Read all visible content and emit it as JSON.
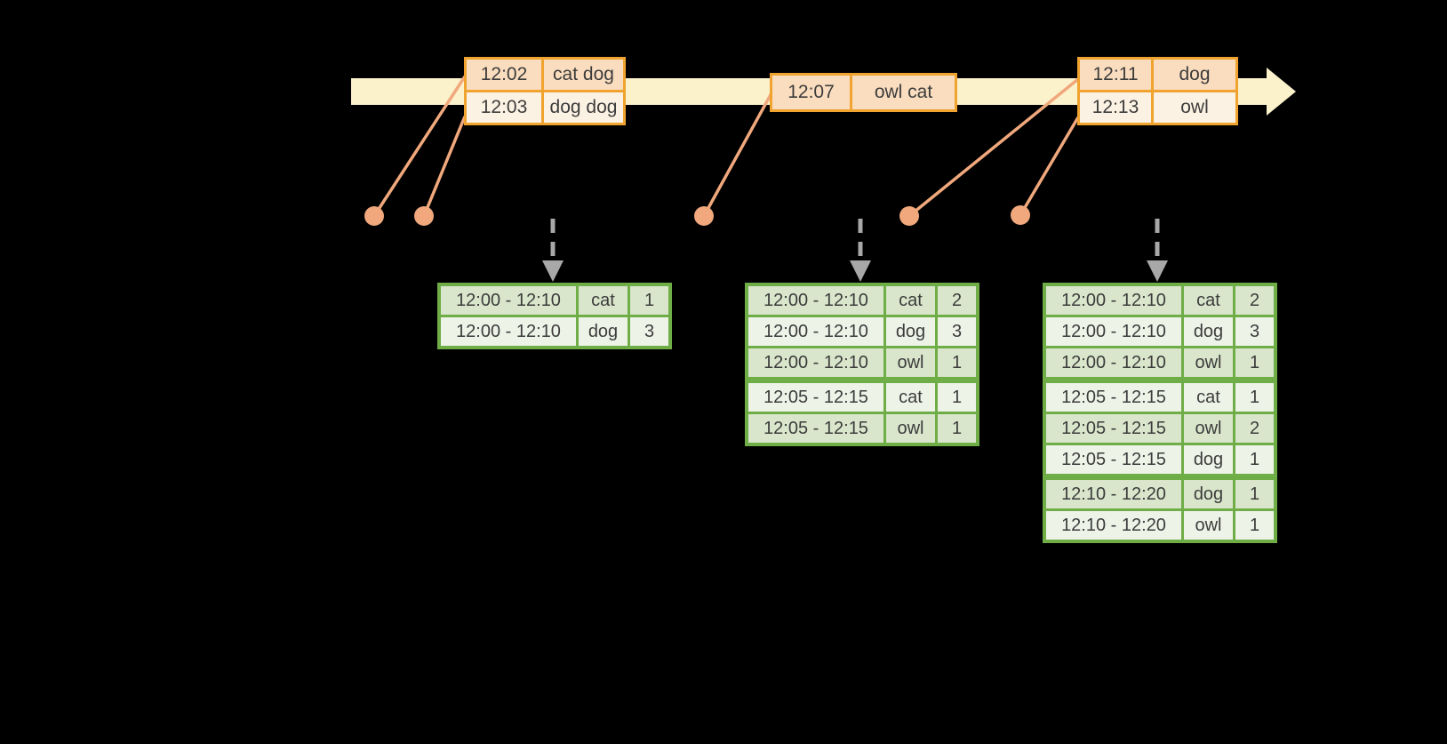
{
  "colors": {
    "background": "#000000",
    "timeline_band": "#FBF2CC",
    "event_table_border": "#F0A32E",
    "event_row_peach": "#FADDBE",
    "event_row_cream": "#FCF2E3",
    "connector_salmon": "#F0A87C",
    "trigger_arrow_gray": "#A8A8A8",
    "result_table_border": "#6FAD47",
    "result_row_dark": "#D9E6CB",
    "result_row_light": "#EEF3E8",
    "text": "#3C3C3C"
  },
  "timeline": {
    "event_tables": [
      {
        "rows": [
          {
            "time": "12:02",
            "words": "cat dog"
          },
          {
            "time": "12:03",
            "words": "dog dog"
          }
        ]
      },
      {
        "rows": [
          {
            "time": "12:07",
            "words": "owl cat"
          }
        ]
      },
      {
        "rows": [
          {
            "time": "12:11",
            "words": "dog"
          },
          {
            "time": "12:13",
            "words": "owl"
          }
        ]
      }
    ]
  },
  "result_tables": [
    {
      "rows": [
        {
          "window": "12:00 - 12:10",
          "word": "cat",
          "count": "1"
        },
        {
          "window": "12:00 - 12:10",
          "word": "dog",
          "count": "3"
        }
      ]
    },
    {
      "rows": [
        {
          "window": "12:00 - 12:10",
          "word": "cat",
          "count": "2"
        },
        {
          "window": "12:00 - 12:10",
          "word": "dog",
          "count": "3"
        },
        {
          "window": "12:00 - 12:10",
          "word": "owl",
          "count": "1"
        },
        {
          "window": "12:05 - 12:15",
          "word": "cat",
          "count": "1"
        },
        {
          "window": "12:05 - 12:15",
          "word": "owl",
          "count": "1"
        }
      ]
    },
    {
      "rows": [
        {
          "window": "12:00 - 12:10",
          "word": "cat",
          "count": "2"
        },
        {
          "window": "12:00 - 12:10",
          "word": "dog",
          "count": "3"
        },
        {
          "window": "12:00 - 12:10",
          "word": "owl",
          "count": "1"
        },
        {
          "window": "12:05 - 12:15",
          "word": "cat",
          "count": "1"
        },
        {
          "window": "12:05 - 12:15",
          "word": "owl",
          "count": "2"
        },
        {
          "window": "12:05 - 12:15",
          "word": "dog",
          "count": "1"
        },
        {
          "window": "12:10 - 12:20",
          "word": "dog",
          "count": "1"
        },
        {
          "window": "12:10 - 12:20",
          "word": "owl",
          "count": "1"
        }
      ]
    }
  ]
}
